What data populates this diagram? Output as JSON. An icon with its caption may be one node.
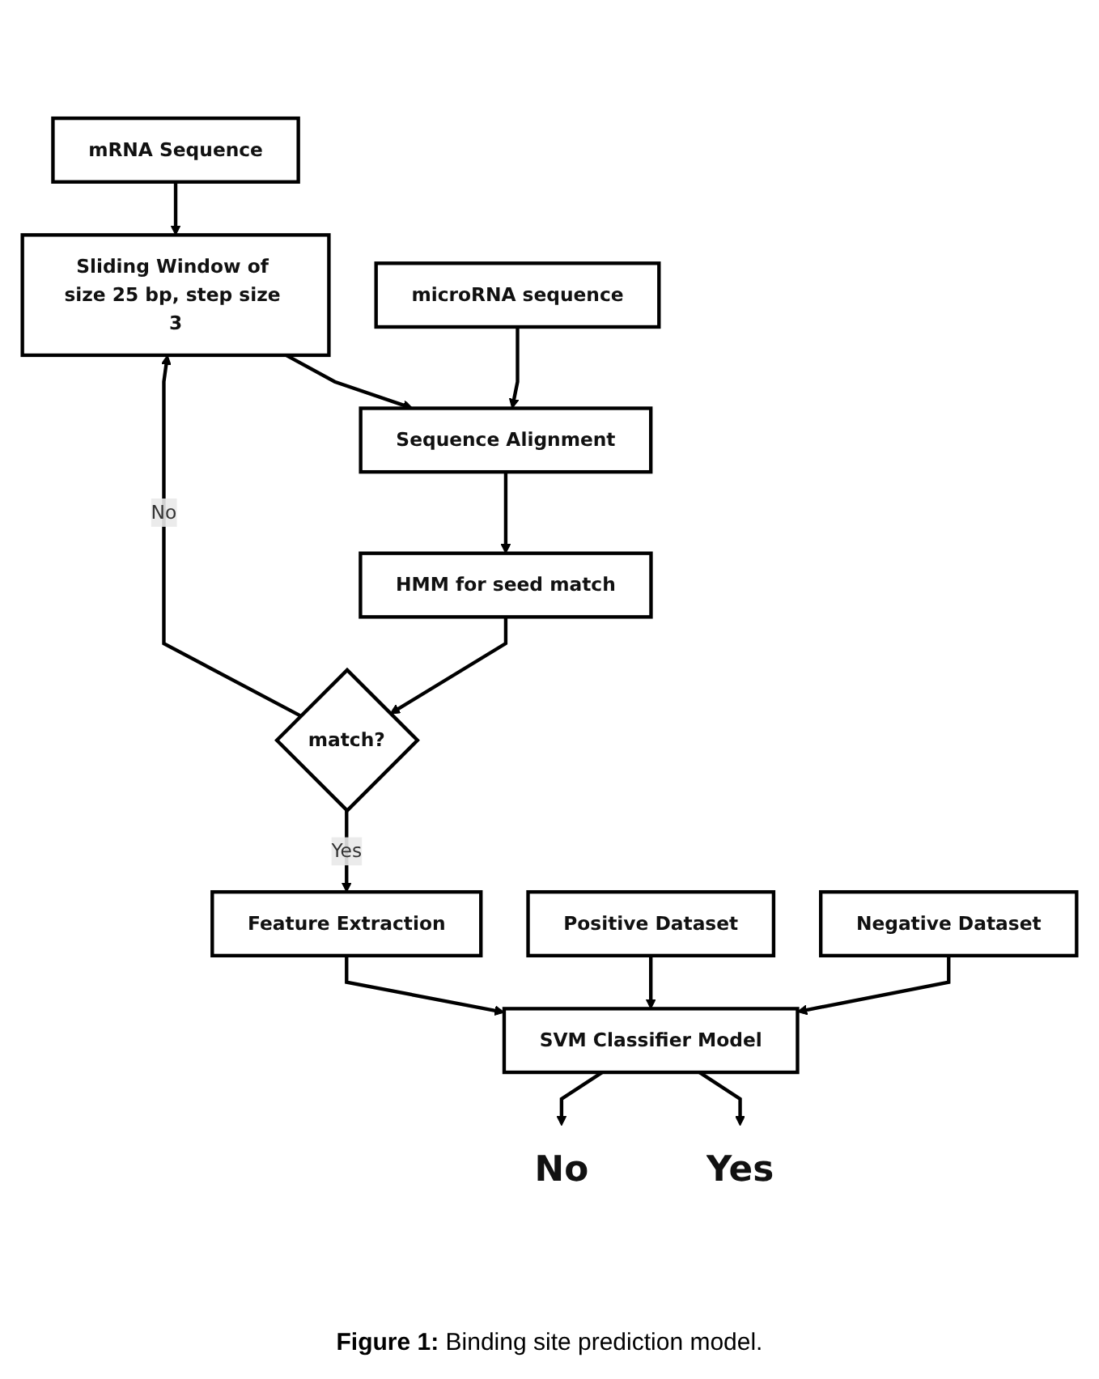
{
  "diagram": {
    "caption": "**Figure 1:** Binding site prediction model.",
    "nodes": [
      {
        "text": [
          "mRNA Sequence"
        ]
      },
      {
        "text": [
          "Sliding Window of size 25 bp, step size 3"
        ]
      },
      {
        "text": [
          "microRNA sequence"
        ]
      },
      {
        "text": [
          "Sequence Alignment"
        ]
      },
      {
        "text": [
          "HMM for seed match"
        ]
      },
      {
        "text": [
          "match?"
        ]
      },
      {
        "text": [
          "Feature Extraction"
        ]
      },
      {
        "text": [
          "Positive Dataset"
        ]
      },
      {
        "text": [
          "Negative Dataset"
        ]
      },
      {
        "text": [
          "SVM Classifier Model"
        ]
      },
      {
        "text": [
          "Yes"
        ]
      },
      {
        "text": [
          "No"
        ]
      }
    ],
    "edges": [
      {
        "from": 0,
        "to": 1,
        "arrow": "to"
      },
      {
        "from": 1,
        "to": 3,
        "arrow": "to"
      },
      {
        "from": 2,
        "to": 3,
        "arrow": "to"
      },
      {
        "from": 3,
        "to": 4,
        "arrow": "to"
      },
      {
        "from": 4,
        "to": 5,
        "arrow": "to"
      },
      {
        "from": 5,
        "to": 1,
        "arrow": "to",
        "label": "No"
      },
      {
        "from": 5,
        "to": 6,
        "arrow": "to",
        "label": "Yes"
      },
      {
        "from": 6,
        "to": 9,
        "arrow": "to"
      },
      {
        "from": 7,
        "to": 9,
        "arrow": "to"
      },
      {
        "from": 8,
        "to": 9,
        "arrow": "to"
      },
      {
        "from": 9,
        "to": 10,
        "arrow": "to"
      },
      {
        "from": 9,
        "to": 11,
        "arrow": "to"
      }
    ]
  }
}
